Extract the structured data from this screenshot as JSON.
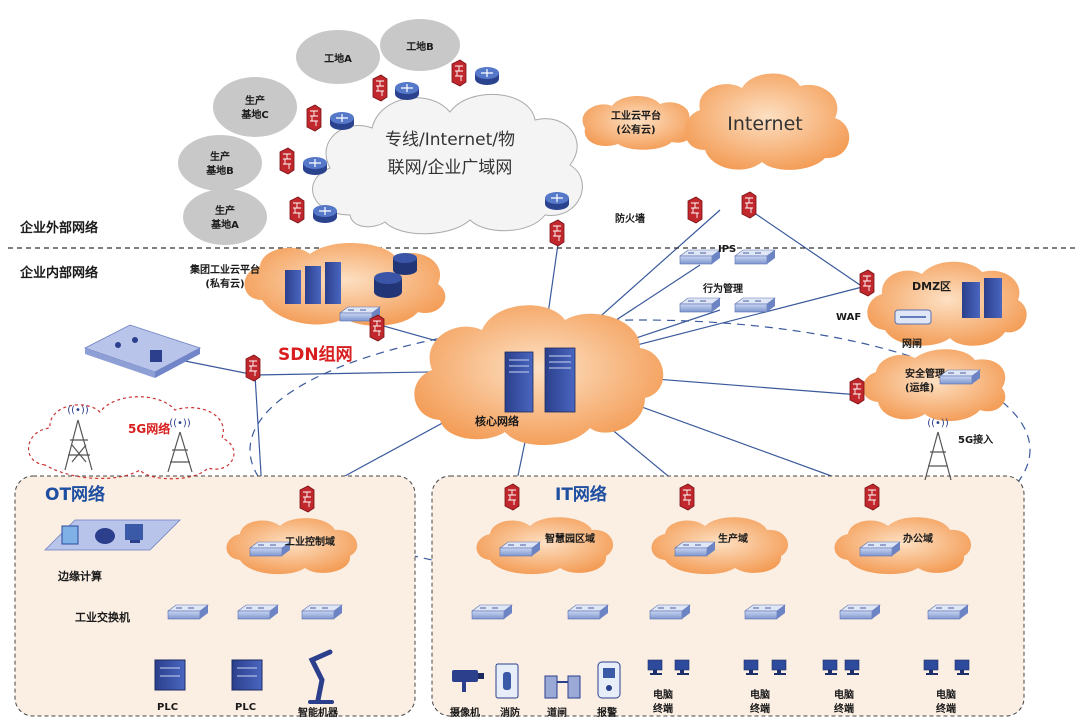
{
  "sections": {
    "external": "企业外部网络",
    "internal": "企业内部网络"
  },
  "external": {
    "sites": [
      "工地A",
      "工地B",
      "生产 基地C",
      "生产 基地B",
      "生产 基地A"
    ],
    "wan_line1": "专线/Internet/物",
    "wan_line2": "联网/企业广域网",
    "industrial_cloud_line1": "工业云平台",
    "industrial_cloud_line2": "(公有云)",
    "internet": "Internet",
    "firewall": "防火墙"
  },
  "internal": {
    "group_cloud_line1": "集团工业云平台",
    "group_cloud_line2": "(私有云)",
    "sdn": "SDN组网",
    "net5g": "5G网络",
    "core": "核心网络",
    "ips": "IPS",
    "behavior": "行为管理",
    "dmz": "DMZ区",
    "waf": "WAF",
    "gatekeeper": "网闸",
    "secmgmt_line1": "安全管理",
    "secmgmt_line2": "(运维)",
    "access5g": "5G接入"
  },
  "ot": {
    "title": "OT网络",
    "edge": "边缘计算",
    "control": "工业控制域",
    "switch": "工业交换机",
    "devices": [
      "PLC",
      "PLC",
      "智能机器"
    ]
  },
  "it": {
    "title": "IT网络",
    "domains": [
      "智慧园区域",
      "生产域",
      "办公域"
    ],
    "devices": [
      "摄像机",
      "消防",
      "道闸",
      "报警",
      "电脑 终端",
      "电脑 终端",
      "电脑 终端",
      "电脑 终端"
    ]
  },
  "colors": {
    "cloud": "#f5a25d",
    "cloud_gray": "#c8c8c8",
    "firewall": "#c0282d",
    "router": "#3a5aa8",
    "zone_bg": "#fbeee3",
    "accent_red": "#d81e1e"
  }
}
